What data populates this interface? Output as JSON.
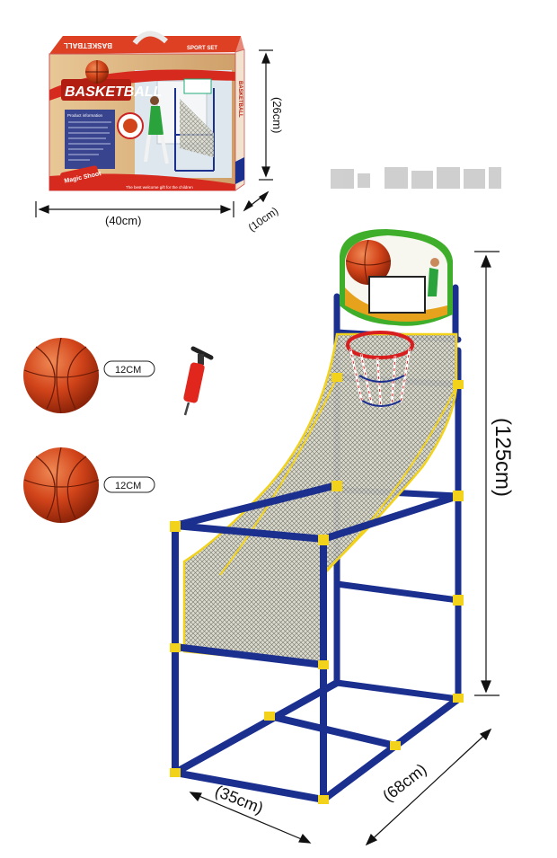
{
  "box": {
    "brand_title": "BASKETBALL",
    "side_label": "BASKETBALL",
    "sport_set": "SPORT SET",
    "magic_shoot": "Magic Shoot",
    "product_info_title": "Product information",
    "footer_text": "The best welcome gift for the children"
  },
  "dimensions": {
    "box_width": "(40cm)",
    "box_height": "(26cm)",
    "box_depth": "(10cm)",
    "stand_height": "(125cm)",
    "stand_width": "(35cm)",
    "stand_depth": "(68cm)"
  },
  "accessories": {
    "ball_1_size": "12CM",
    "ball_2_size": "12CM"
  },
  "colors": {
    "frame_blue": "#1b2f8f",
    "frame_yellow": "#f2d21a",
    "ball_orange": "#d2441a",
    "backboard_green": "#3fae2a",
    "hoop_red": "#d81e1e",
    "pump_red": "#e0261d"
  }
}
